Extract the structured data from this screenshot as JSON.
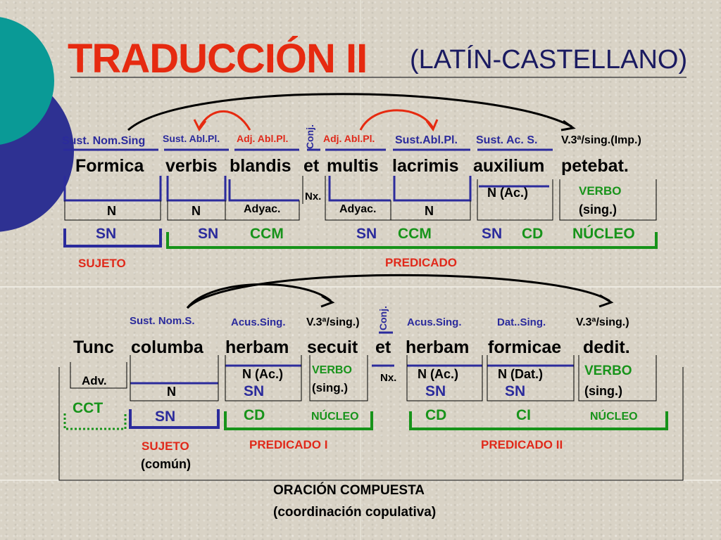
{
  "title": "TRADUCCIÓN II",
  "subtitle": "(LATÍN-CASTELLANO)",
  "s1": {
    "tags": [
      "Sust. Nom.Sing",
      "Sust. Abl.Pl.",
      "Adj. Abl.Pl.",
      "Conj.",
      "Adj. Abl.Pl.",
      "Sust.Abl.Pl.",
      "Sust. Ac. S.",
      "V.3ª/sing.(Imp.)"
    ],
    "words": [
      "Formica",
      "verbis",
      "blandis",
      "et",
      "multis",
      "lacrimis",
      "auxilium",
      "petebat."
    ],
    "n1": "N",
    "n2": "N",
    "adyac1": "Adyac.",
    "nx": "Nx.",
    "adyac2": "Adyac.",
    "n3": "N",
    "nac": "N (Ac.)",
    "verbo": "VERBO",
    "sing": "(sing.)",
    "sn1": "SN",
    "sn2": "SN",
    "ccm1": "CCM",
    "sn3": "SN",
    "ccm2": "CCM",
    "sn4": "SN",
    "cd": "CD",
    "nucleo": "NÚCLEO",
    "sujeto": "SUJETO",
    "predicado": "PREDICADO"
  },
  "s2": {
    "tags": [
      "Sust. Nom.S.",
      "Acus.Sing.",
      "V.3ª/sing.)",
      "Conj.",
      "Acus.Sing.",
      "Dat..Sing.",
      "V.3ª/sing.)"
    ],
    "words": [
      "Tunc",
      "columba",
      "herbam",
      "secuit",
      "et",
      "herbam",
      "formicae",
      "dedit."
    ],
    "adv": "Adv.",
    "n": "N",
    "nac1": "N (Ac.)",
    "sn_a": "SN",
    "verbo1": "VERBO",
    "sing1": "(sing.)",
    "nx": "Nx.",
    "nac2": "N (Ac.)",
    "sn_b": "SN",
    "ndat": "N (Dat.)",
    "sn_c": "SN",
    "verbo2": "VERBO",
    "sing2": "(sing.)",
    "cct": "CCT",
    "sn_suj": "SN",
    "cd1": "CD",
    "nucleo1": "NÚCLEO",
    "cd2": "CD",
    "ci": "CI",
    "nucleo2": "NÚCLEO",
    "sujeto": "SUJETO",
    "comun": "(común)",
    "pred1": "PREDICADO I",
    "pred2": "PREDICADO II"
  },
  "oracion": "ORACIÓN COMPUESTA",
  "coord": "(coordinación copulativa)",
  "colors": {
    "teal": "#0a9a96",
    "navy": "#2e3192",
    "red": "#e62a10",
    "green": "#17931a",
    "blue": "#2b2b9c"
  }
}
